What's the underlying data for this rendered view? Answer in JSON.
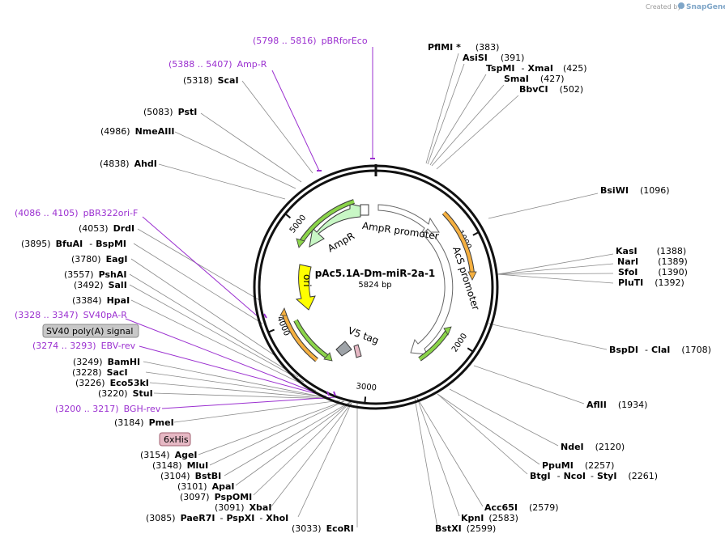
{
  "credit": {
    "prefix": "Created by",
    "brand": "SnapGene"
  },
  "plasmid": {
    "name": "pAc5.1A-Dm-miR-2a-1",
    "size": "5824 bp",
    "length": 5824
  },
  "ticks": [
    {
      "label": "1000",
      "pos": 1000
    },
    {
      "label": "2000",
      "pos": 2000
    },
    {
      "label": "3000",
      "pos": 3000
    },
    {
      "label": "4000",
      "pos": 4000
    },
    {
      "label": "5000",
      "pos": 5000
    }
  ],
  "features": [
    {
      "id": "AmpR",
      "label": "AmpR",
      "color": "#c8f7c5"
    },
    {
      "id": "AmpR-promoter",
      "label": "AmpR promoter",
      "color": "#ffffff"
    },
    {
      "id": "AcS-promoter",
      "label": "AcS promoter",
      "color": "#ffffff"
    },
    {
      "id": "ori",
      "label": "ori",
      "color": "#ffff00"
    },
    {
      "id": "V5-tag",
      "label": "V5 tag",
      "color": "#9ea3a8"
    }
  ],
  "tags": [
    {
      "id": "sv40",
      "label": "SV40 poly(A) signal",
      "color": "#c8c8c8"
    },
    {
      "id": "his",
      "label": "6xHis",
      "color": "#e6b8c4"
    }
  ],
  "sites": [
    {
      "id": "pflmi",
      "name": "PflMI *",
      "pos": "(383)"
    },
    {
      "id": "asisi",
      "name": "AsiSI",
      "pos": "(391)"
    },
    {
      "id": "tspmi",
      "name": "TspMI",
      "extra": "XmaI",
      "pos": "(425)"
    },
    {
      "id": "smai",
      "name": "SmaI",
      "pos": "(427)"
    },
    {
      "id": "bbvci",
      "name": "BbvCI",
      "pos": "(502)"
    },
    {
      "id": "bsiwi",
      "name": "BsiWI",
      "pos": "(1096)"
    },
    {
      "id": "kasi",
      "name": "KasI",
      "pos": "(1388)"
    },
    {
      "id": "nari",
      "name": "NarI",
      "pos": "(1389)"
    },
    {
      "id": "sfoi",
      "name": "SfoI",
      "pos": "(1390)"
    },
    {
      "id": "pluti",
      "name": "PluTI",
      "pos": "(1392)"
    },
    {
      "id": "bspdi",
      "name": "BspDI",
      "extra": "ClaI",
      "pos": "(1708)"
    },
    {
      "id": "aflii",
      "name": "AflII",
      "pos": "(1934)"
    },
    {
      "id": "ndei",
      "name": "NdeI",
      "pos": "(2120)"
    },
    {
      "id": "ppumi",
      "name": "PpuMI",
      "pos": "(2257)"
    },
    {
      "id": "btgi",
      "name": "BtgI",
      "extra": "NcoI",
      "extra2": "StyI",
      "pos": "(2261)"
    },
    {
      "id": "acc65i",
      "name": "Acc65I",
      "pos": "(2579)"
    },
    {
      "id": "kpni",
      "name": "KpnI",
      "pos": "(2583)"
    },
    {
      "id": "bstxi",
      "name": "BstXI",
      "pos": "(2599)"
    },
    {
      "id": "ecori",
      "name": "EcoRI",
      "pos": "(3033)"
    },
    {
      "id": "paer7i",
      "name": "PaeR7I",
      "extra": "PspXI",
      "extra2": "XhoI",
      "pos": "(3085)"
    },
    {
      "id": "xbai",
      "name": "XbaI",
      "pos": "(3091)"
    },
    {
      "id": "pspomi",
      "name": "PspOMI",
      "pos": "(3097)"
    },
    {
      "id": "apai",
      "name": "ApaI",
      "pos": "(3101)"
    },
    {
      "id": "bstbi",
      "name": "BstBI",
      "pos": "(3104)"
    },
    {
      "id": "mlui",
      "name": "MluI",
      "pos": "(3148)"
    },
    {
      "id": "agei",
      "name": "AgeI",
      "pos": "(3154)"
    },
    {
      "id": "pmei",
      "name": "PmeI",
      "pos": "(3184)"
    },
    {
      "id": "stui",
      "name": "StuI",
      "pos": "(3220)"
    },
    {
      "id": "eco53ki",
      "name": "Eco53kI",
      "pos": "(3226)"
    },
    {
      "id": "saci",
      "name": "SacI",
      "pos": "(3228)"
    },
    {
      "id": "bamhi",
      "name": "BamHI",
      "pos": "(3249)"
    },
    {
      "id": "hpai",
      "name": "HpaI",
      "pos": "(3384)"
    },
    {
      "id": "sali",
      "name": "SalI",
      "pos": "(3492)"
    },
    {
      "id": "pshai",
      "name": "PshAI",
      "pos": "(3557)"
    },
    {
      "id": "eagi",
      "name": "EagI",
      "pos": "(3780)"
    },
    {
      "id": "bfuai",
      "name": "BfuAI",
      "extra": "BspMI",
      "pos": "(3895)"
    },
    {
      "id": "drdi",
      "name": "DrdI",
      "pos": "(4053)"
    },
    {
      "id": "ahdi",
      "name": "AhdI",
      "pos": "(4838)"
    },
    {
      "id": "nmeaiii",
      "name": "NmeAIII",
      "pos": "(4986)"
    },
    {
      "id": "psti",
      "name": "PstI",
      "pos": "(5083)"
    },
    {
      "id": "scai",
      "name": "ScaI",
      "pos": "(5318)"
    }
  ],
  "primers": [
    {
      "id": "pbrforeco",
      "range": "(5798 .. 5816)",
      "name": "pBRforEco"
    },
    {
      "id": "ampr-r",
      "range": "(5388 .. 5407)",
      "name": "Amp-R"
    },
    {
      "id": "pbr322ori-f",
      "range": "(4086 .. 4105)",
      "name": "pBR322ori-F"
    },
    {
      "id": "sv40pa-r",
      "range": "(3328 .. 3347)",
      "name": "SV40pA-R"
    },
    {
      "id": "ebv-rev",
      "range": "(3274 .. 3293)",
      "name": "EBV-rev"
    },
    {
      "id": "bgh-rev",
      "range": "(3200 .. 3217)",
      "name": "BGH-rev"
    }
  ]
}
